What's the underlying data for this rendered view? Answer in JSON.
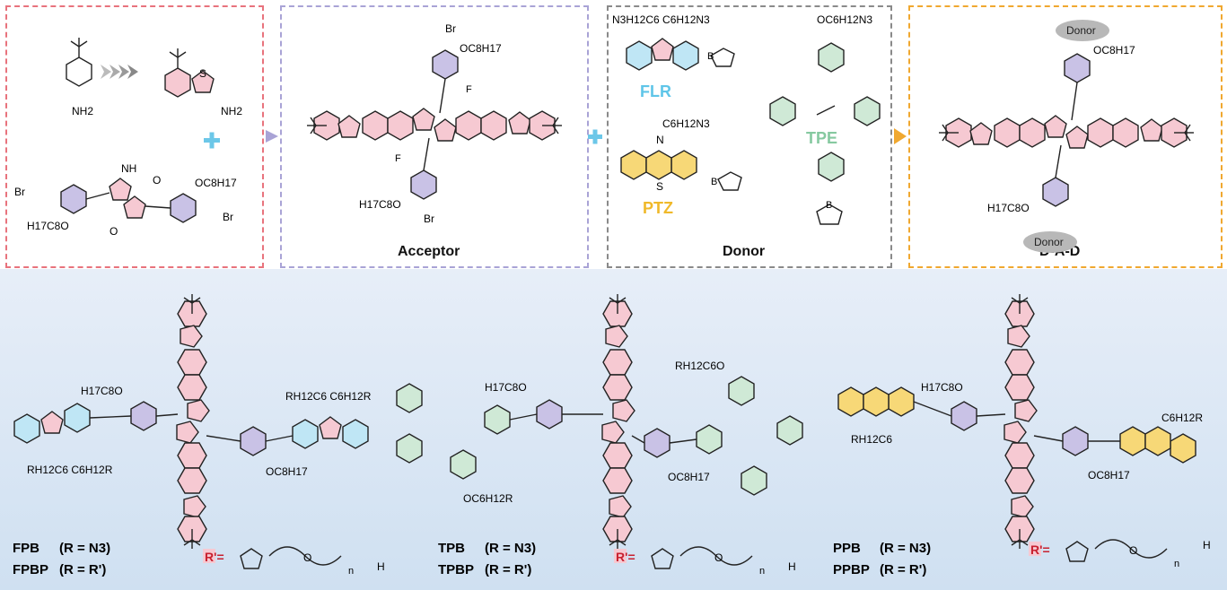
{
  "panels": {
    "acceptor_label": "Acceptor",
    "donor_label": "Donor",
    "dad_label": "D-A-D"
  },
  "donors": {
    "flr": "FLR",
    "ptz": "PTZ",
    "tpe": "TPE",
    "donor_tag": "Donor"
  },
  "substituents": {
    "br": "Br",
    "octyloxy": "OC8H17",
    "octyloxy_left": "H17C8O",
    "nh2": "NH2",
    "nh": "NH",
    "o": "O",
    "s": "S",
    "n": "N",
    "b": "B",
    "f": "F",
    "flr_azide": "N3H12C6 C6H12N3",
    "ptz_azide": "C6H12N3",
    "tpe_azide": "OC6H12N3",
    "r_c6": "RH12C6",
    "r_c6_o": "RH12C6O",
    "c6_r": "C6H12R",
    "oc6_r": "OC6H12R",
    "flr_r_top": "RH12C6 C6H12R",
    "flr_r_bottom": "RH12C6 C6H12R"
  },
  "legend": {
    "fpb": "FPB",
    "fpbp": "FPBP",
    "tpb": "TPB",
    "tpbp": "TPBP",
    "ppb": "PPB",
    "ppbp": "PPBP",
    "r_n3": "(R = N3)",
    "r_rprime": "(R = R')",
    "rprime_def": "R'=",
    "peg": "O",
    "n_sub": "n",
    "h": "H"
  },
  "colors": {
    "red_box": "#e8737d",
    "purple_box": "#a9a3d6",
    "gray_box": "#8a8a8a",
    "orange_box": "#f0a830",
    "pink_ring": "#f6c9d2",
    "purple_ring": "#c9c2e6",
    "blue_ring": "#bfe6f5",
    "green_ring": "#cfe9d6",
    "yellow_ring": "#f7d877",
    "flr_text": "#5fc5e8",
    "ptz_text": "#f0b92a",
    "tpe_text": "#86c9a0",
    "r_red": "#c8202f"
  },
  "icons": [
    "chevron-arrow-icon",
    "plus-icon",
    "triangle-arrow-icon",
    "ellipse-donor-icon"
  ]
}
